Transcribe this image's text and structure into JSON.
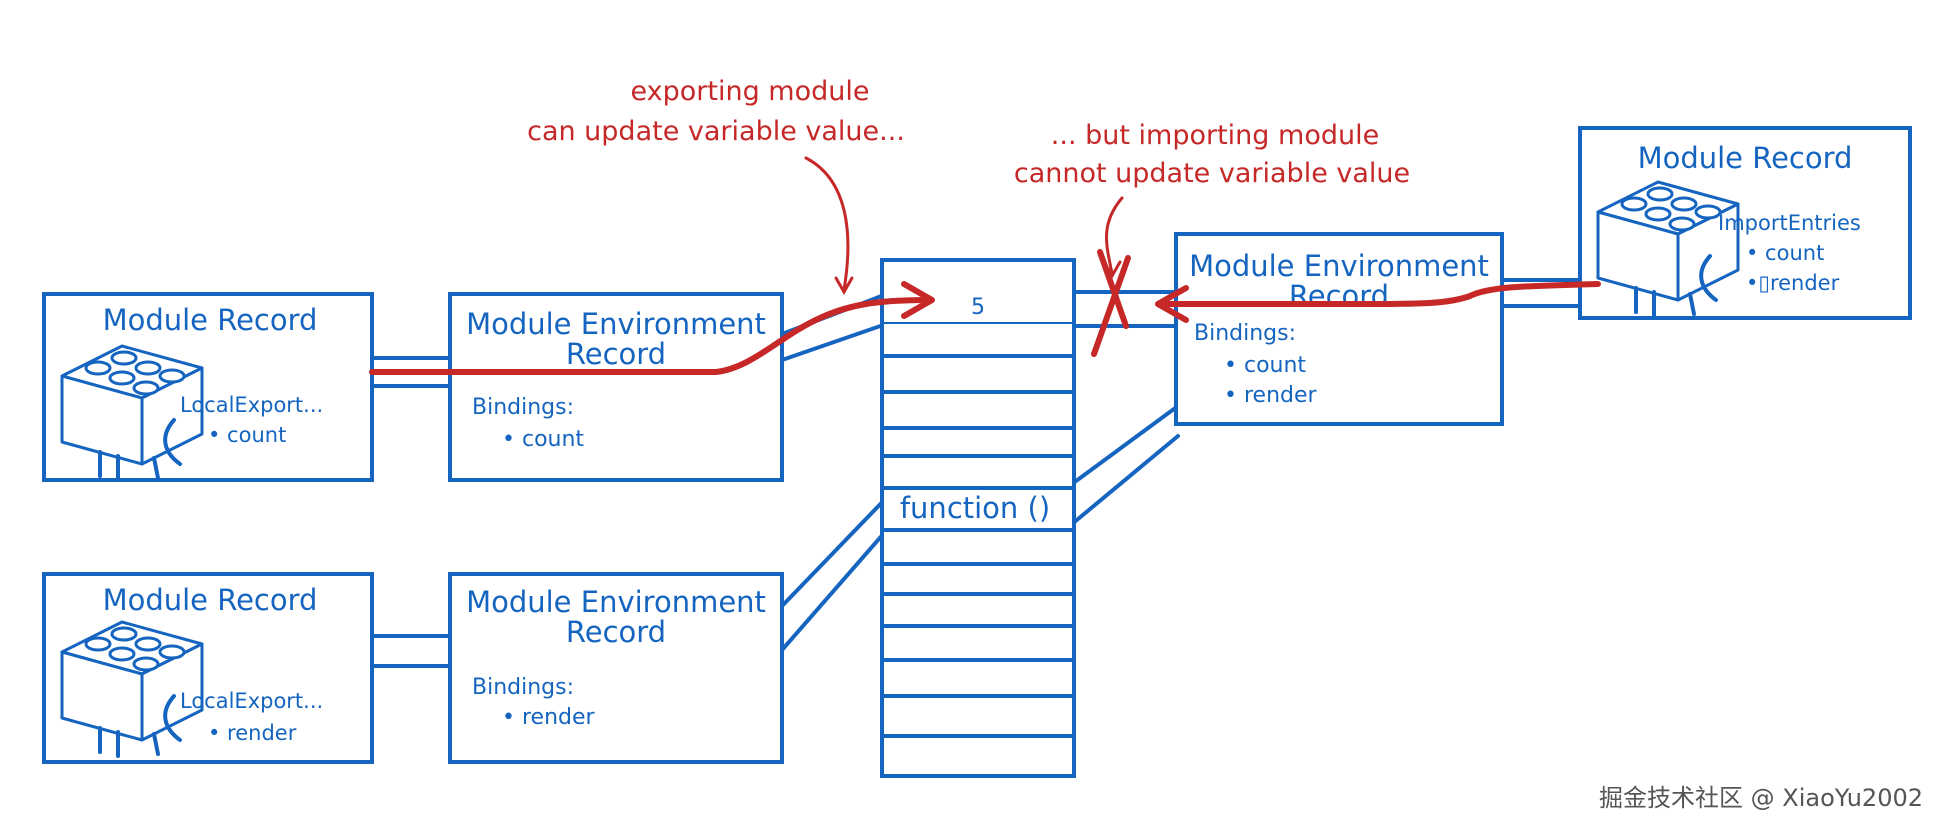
{
  "annotations": {
    "exporting_line1": "exporting module",
    "exporting_line2": "can update variable value...",
    "importing_line1": "... but importing module",
    "importing_line2": "cannot update variable value"
  },
  "export_count": {
    "module_record": {
      "title": "Module Record",
      "label": "LocalExport...",
      "item": "• count"
    },
    "env_record": {
      "title_line1": "Module Environment",
      "title_line2": "Record",
      "bindings_label": "Bindings:",
      "item": "• count"
    }
  },
  "export_render": {
    "module_record": {
      "title": "Module Record",
      "label": "LocalExport...",
      "item": "• render"
    },
    "env_record": {
      "title_line1": "Module Environment",
      "title_line2": "Record",
      "bindings_label": "Bindings:",
      "item": "• render"
    }
  },
  "memory": {
    "value_cell": "5",
    "function_cell": "function ()"
  },
  "importer": {
    "env_record": {
      "title_line1": "Module Environment",
      "title_line2": "Record",
      "bindings_label": "Bindings:",
      "items": [
        "• count",
        "• render"
      ]
    },
    "module_record": {
      "title": "Module Record",
      "label": "ImportEntries",
      "items": [
        "• count",
        "•▯render"
      ]
    }
  },
  "watermark": "掘金技术社区 @ XiaoYu2002"
}
